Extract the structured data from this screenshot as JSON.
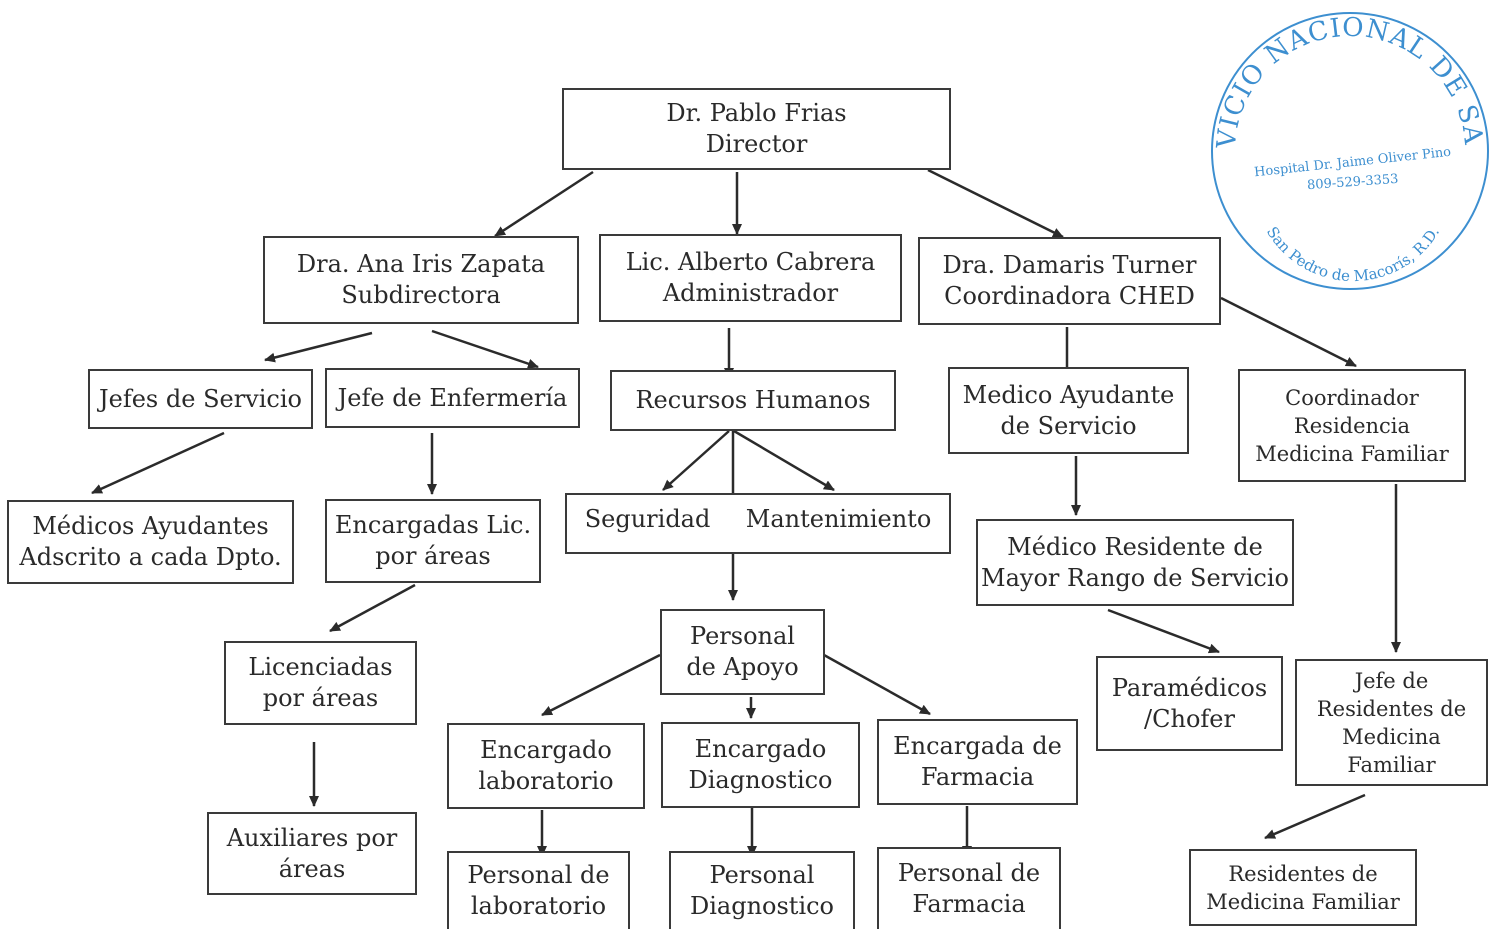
{
  "nodes": {
    "director": "Dr. Pablo Frias\nDirector",
    "subdirectora": "Dra. Ana Iris Zapata\nSubdirectora",
    "administrador": "Lic. Alberto Cabrera\nAdministrador",
    "coordinadora": "Dra. Damaris Turner\nCoordinadora CHED",
    "jefes_servicio": "Jefes de Servicio",
    "jefe_enfermeria": "Jefe de Enfermería",
    "recursos_humanos": "Recursos Humanos",
    "medico_ayudante": "Medico Ayudante\nde Servicio",
    "coordinador_residencia": "Coordinador\nResidencia\nMedicina Familiar",
    "medicos_ayudantes": "Médicos Ayudantes\nAdscrito a cada Dpto.",
    "encargadas_lic": "Encargadas Lic.\npor áreas",
    "seguridad": "Seguridad",
    "mantenimiento": "Mantenimiento",
    "medico_residente": "Médico Residente de\nMayor Rango de Servicio",
    "licenciadas": "Licenciadas\npor áreas",
    "personal_apoyo": "Personal\nde Apoyo",
    "paramedicos": "Paramédicos\n/Chofer",
    "jefe_residentes": "Jefe de\nResidentes de\nMedicina\nFamiliar",
    "auxiliares": "Auxiliares por\náreas",
    "encargado_laboratorio": "Encargado\nlaboratorio",
    "encargado_diagnostico": "Encargado\nDiagnostico",
    "encargada_farmacia": "Encargada de\nFarmacia",
    "personal_laboratorio": "Personal de\nlaboratorio",
    "personal_diagnostico": "Personal\nDiagnostico",
    "personal_farmacia": "Personal de\nFarmacia",
    "residentes_mf": "Residentes de\nMedicina Familiar"
  },
  "stamp": {
    "ring_top": "SERVICIO NACIONAL DE SALUD",
    "hospital": "Hospital Dr. Jaime Oliver Pino",
    "phone": "809-529-3353",
    "ring_bottom": "San Pedro de Macorís, R.D.",
    "color": "#3d8fd0"
  },
  "colors": {
    "line": "#2b2b2b",
    "border": "#3a3a3a"
  }
}
